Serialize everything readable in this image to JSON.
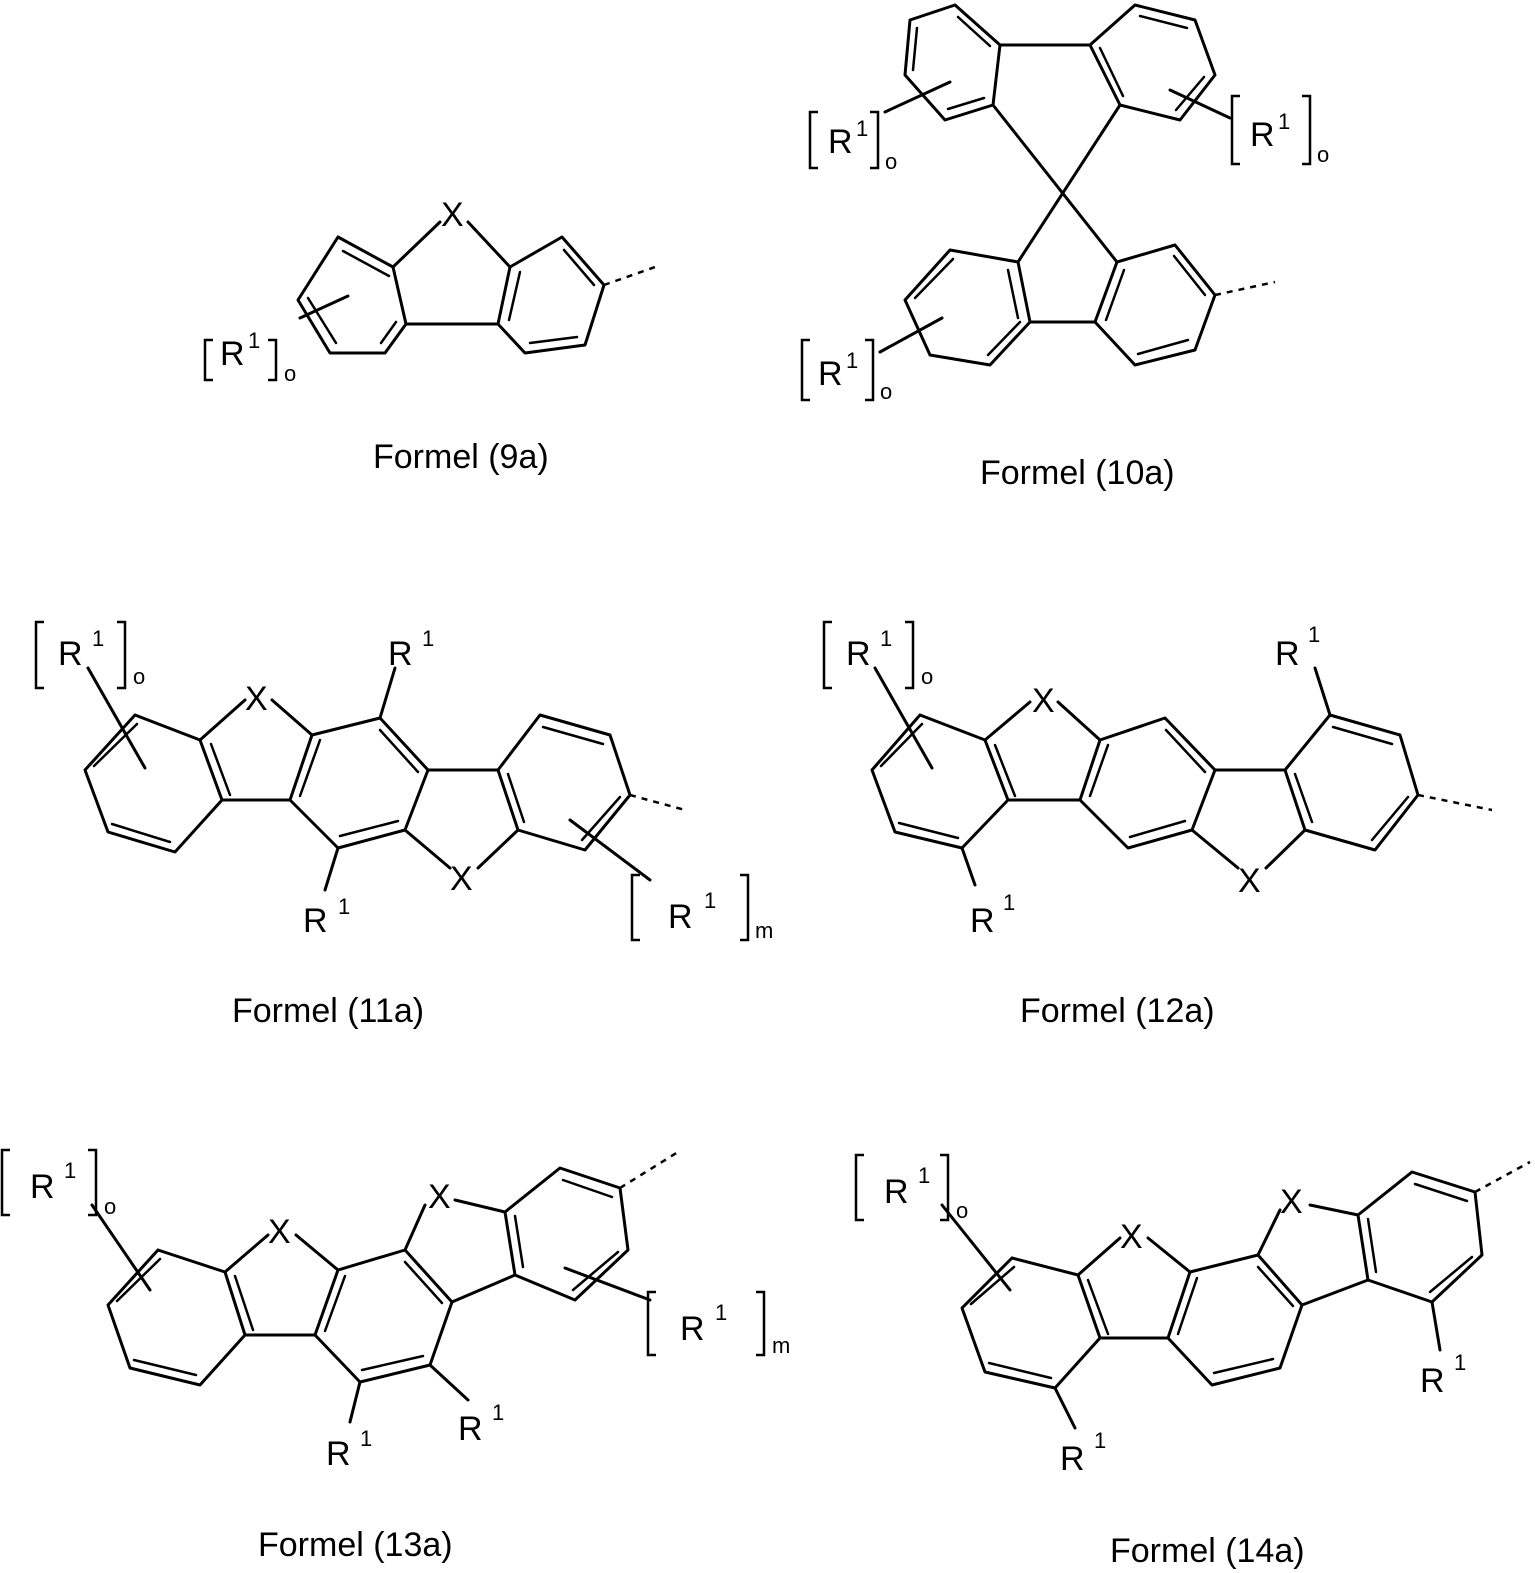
{
  "labels": {
    "x": "X",
    "r": "R",
    "one": "1",
    "o": "o",
    "m": "m"
  },
  "captions": {
    "f9a": "Formel (9a)",
    "f10a": "Formel (10a)",
    "f11a": "Formel (11a)",
    "f12a": "Formel (12a)",
    "f13a": "Formel (13a)",
    "f14a": "Formel (14a)"
  }
}
